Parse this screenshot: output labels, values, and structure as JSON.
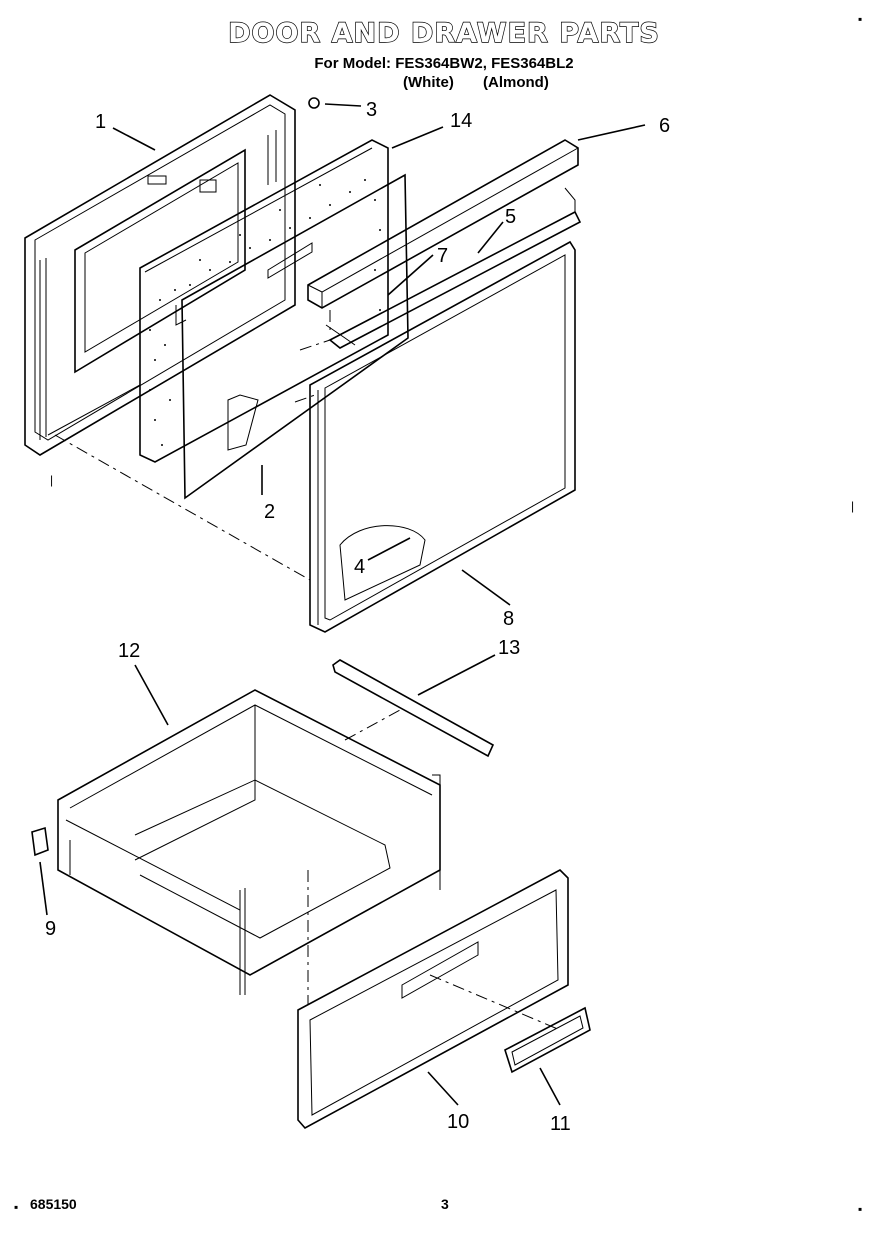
{
  "header": {
    "title": "DOOR AND DRAWER PARTS",
    "model_line": "For Model: FES364BW2, FES364BL2",
    "variant_white": "(White)",
    "variant_almond": "(Almond)"
  },
  "callouts": [
    "1",
    "2",
    "3",
    "4",
    "5",
    "6",
    "7",
    "8",
    "9",
    "10",
    "11",
    "12",
    "13",
    "14"
  ],
  "footer": {
    "doc_number": "685150",
    "page_number": "3"
  },
  "marks": {
    "corner": "▪",
    "left_tick": "|"
  }
}
